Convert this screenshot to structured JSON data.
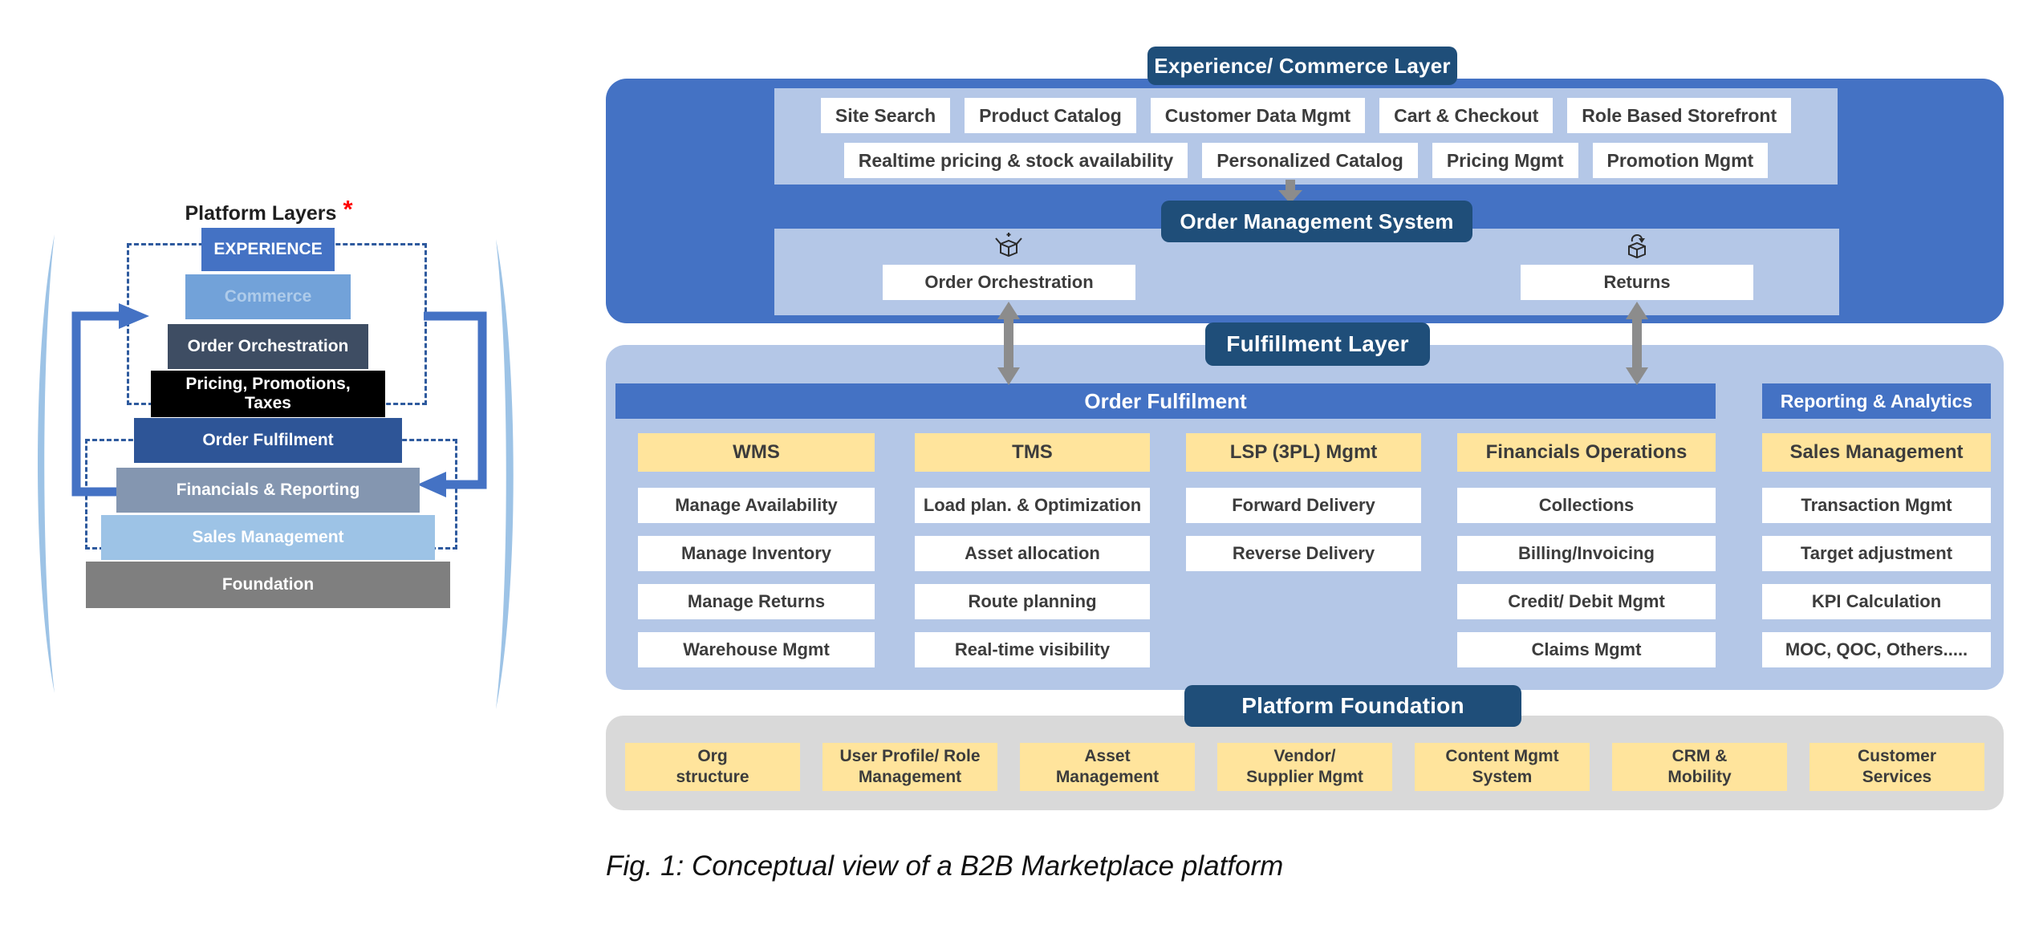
{
  "figure": {
    "caption": "Fig. 1: Conceptual view of a B2B Marketplace platform"
  },
  "colors": {
    "panel_blue": "#4472C4",
    "panel_light_blue": "#B4C7E7",
    "badge_navy": "#1F4E79",
    "box_yellow": "#FFE49C",
    "foundation_gray": "#D9D9D9",
    "arrow_gray": "#8C8C8C",
    "loop_arrow_blue": "#4472C4",
    "swoosh_blue": "#9DC3E6",
    "dashed_border_blue": "#2E5A9E"
  },
  "pyramid": {
    "title": "Platform Layers",
    "asterisk": "*",
    "layers": [
      {
        "label": "EXPERIENCE",
        "style": "background:#4472C4;color:#FFFFFF"
      },
      {
        "label": "Commerce",
        "style": "background:#72A2D9;color:#AECBEA"
      },
      {
        "label": "Order Orchestration",
        "style": "background:#3E4D63;color:#FFFFFF"
      },
      {
        "label": "Pricing, Promotions,\nTaxes",
        "style": "background:#000000;color:#FFFFFF"
      },
      {
        "label": "Order Fulfilment",
        "style": "background:#2E5597;color:#FFFFFF"
      },
      {
        "label": "Financials & Reporting",
        "style": "background:#8496B0;color:#FFFFFF"
      },
      {
        "label": "Sales Management",
        "style": "background:#9DC3E6;color:#FFFFFF"
      },
      {
        "label": "Foundation",
        "style": "background:#7F7F7F;color:#FFFFFF"
      }
    ]
  },
  "experience_layer": {
    "badge": "Experience/ Commerce Layer",
    "row1": [
      "Site Search",
      "Product Catalog",
      "Customer Data Mgmt",
      "Cart & Checkout",
      "Role Based Storefront"
    ],
    "row2": [
      "Realtime pricing & stock availability",
      "Personalized Catalog",
      "Pricing Mgmt",
      "Promotion Mgmt"
    ]
  },
  "oms": {
    "badge": "Order Management System",
    "orchestration_label": "Order Orchestration",
    "orchestration_icon": "open-box-icon",
    "returns_label": "Returns",
    "returns_icon": "return-box-icon"
  },
  "fulfillment_layer": {
    "badge": "Fulfillment Layer",
    "order_fulfilment_header": "Order Fulfilment",
    "reporting_header": "Reporting & Analytics",
    "columns": [
      {
        "header": "WMS",
        "items": [
          "Manage Availability",
          "Manage Inventory",
          "Manage Returns",
          "Warehouse Mgmt"
        ]
      },
      {
        "header": "TMS",
        "items": [
          "Load plan. & Optimization",
          "Asset allocation",
          "Route planning",
          "Real-time visibility"
        ]
      },
      {
        "header": "LSP (3PL) Mgmt",
        "items": [
          "Forward Delivery",
          "Reverse Delivery"
        ]
      },
      {
        "header": "Financials Operations",
        "items": [
          "Collections",
          "Billing/Invoicing",
          "Credit/ Debit Mgmt",
          "Claims Mgmt"
        ]
      }
    ],
    "reporting_column": {
      "header": "Sales Management",
      "items": [
        "Transaction Mgmt",
        "Target adjustment",
        "KPI Calculation",
        "MOC, QOC, Others....."
      ]
    }
  },
  "foundation": {
    "badge": "Platform Foundation",
    "items": [
      {
        "line1": "Org",
        "line2": "structure"
      },
      {
        "line1": "User Profile/ Role",
        "line2": "Management"
      },
      {
        "line1": "Asset",
        "line2": "Management"
      },
      {
        "line1": "Vendor/",
        "line2": "Supplier Mgmt"
      },
      {
        "line1": "Content Mgmt",
        "line2": "System"
      },
      {
        "line1": "CRM &",
        "line2": "Mobility"
      },
      {
        "line1": "Customer",
        "line2": "Services"
      }
    ]
  }
}
